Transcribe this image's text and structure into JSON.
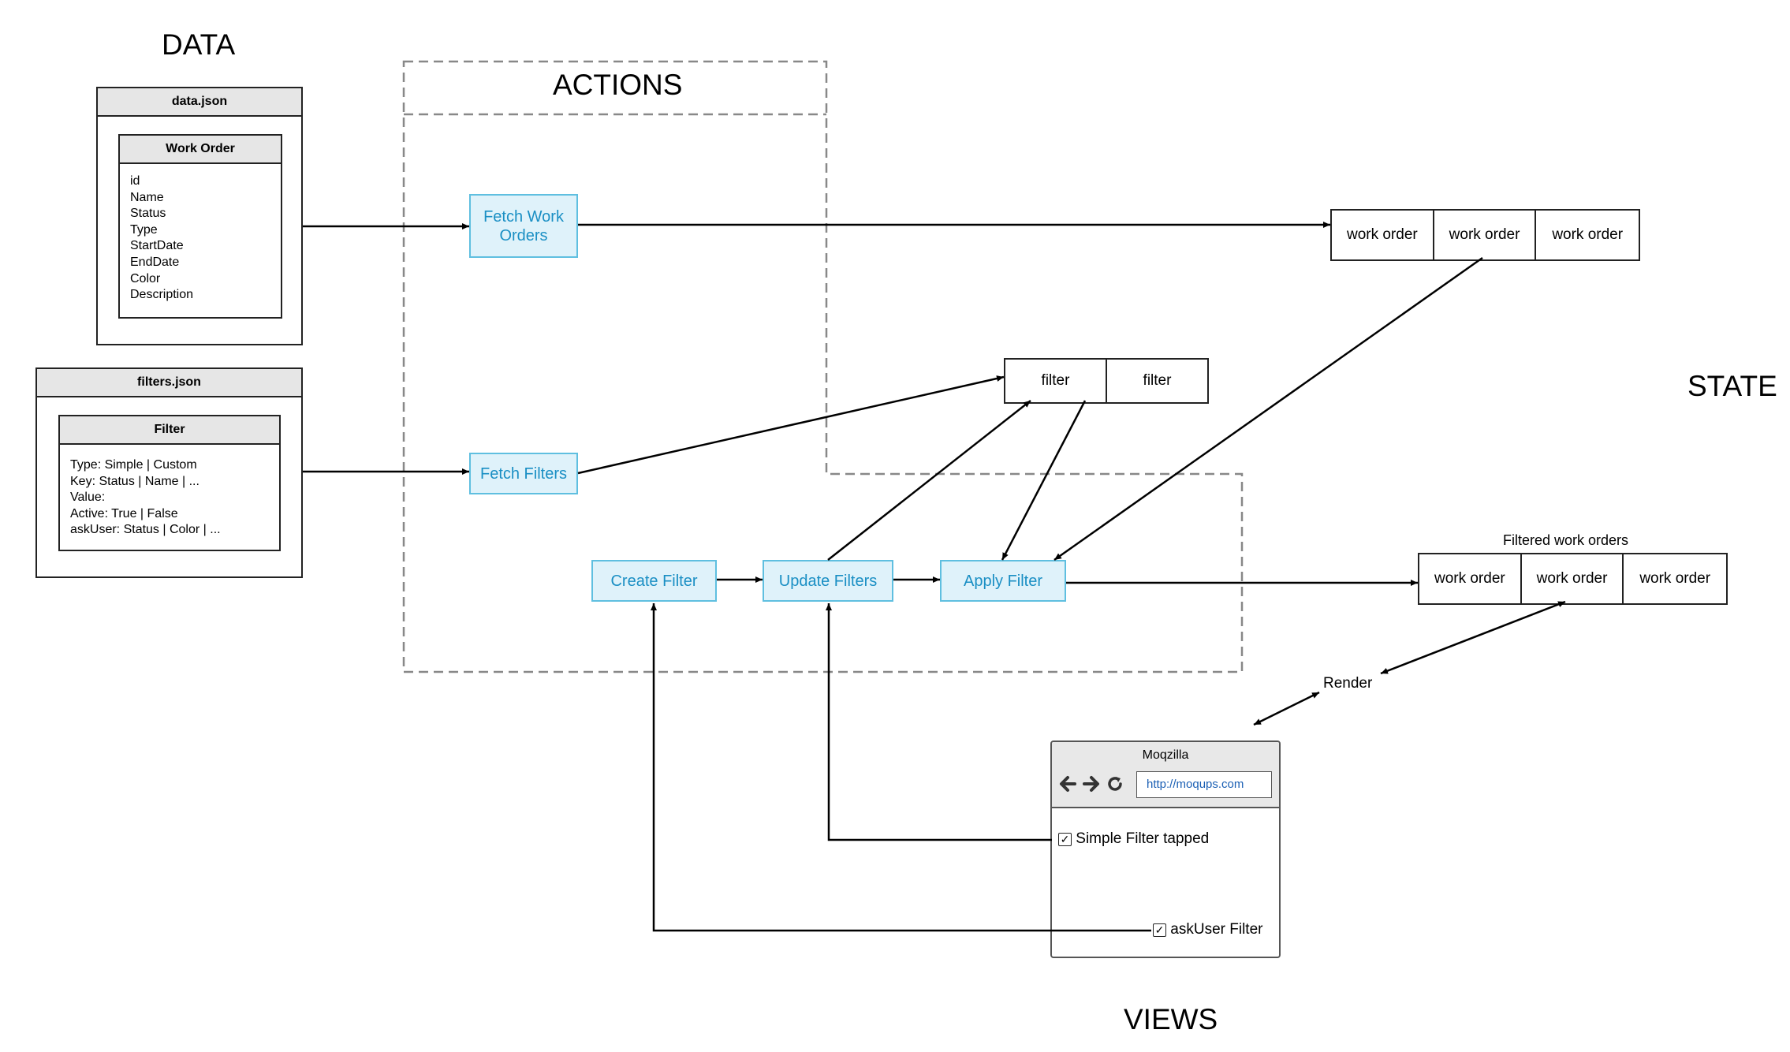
{
  "sections": {
    "data": "DATA",
    "actions": "ACTIONS",
    "state": "STATE",
    "views": "VIEWS"
  },
  "data_json": {
    "title": "data.json",
    "entity": {
      "title": "Work Order",
      "fields": [
        "id",
        "Name",
        "Status",
        "Type",
        "StartDate",
        "EndDate",
        "Color",
        "Description"
      ]
    }
  },
  "filters_json": {
    "title": "filters.json",
    "entity": {
      "title": "Filter",
      "fields": [
        "Type:  Simple | Custom",
        "Key: Status | Name | ...",
        "Value:",
        "Active: True | False",
        "askUser: Status | Color | ..."
      ]
    }
  },
  "actions": {
    "fetch_work_orders": "Fetch Work Orders",
    "fetch_filters": "Fetch Filters",
    "create_filter": "Create Filter",
    "update_filters": "Update Filters",
    "apply_filter": "Apply Filter"
  },
  "state": {
    "work_orders": [
      "work order",
      "work order",
      "work order"
    ],
    "filters": [
      "filter",
      "filter"
    ],
    "filtered_caption": "Filtered work orders",
    "filtered_work_orders": [
      "work order",
      "work order",
      "work order"
    ]
  },
  "render_label": "Render",
  "browser": {
    "title": "Moqzilla",
    "url": "http://moqups.com",
    "simple_filter_label": "Simple Filter tapped",
    "ask_user_label": "askUser Filter",
    "checkmark": "✓",
    "nav_icons": [
      "back-arrow-icon",
      "forward-arrow-icon",
      "reload-icon"
    ]
  },
  "colors": {
    "action_fill": "#dff2fa",
    "action_border": "#5fbfe0",
    "action_text": "#1a8fc4",
    "panel_header": "#e6e6e6",
    "dashed_border": "#888888",
    "url_text": "#1a5fb4"
  }
}
